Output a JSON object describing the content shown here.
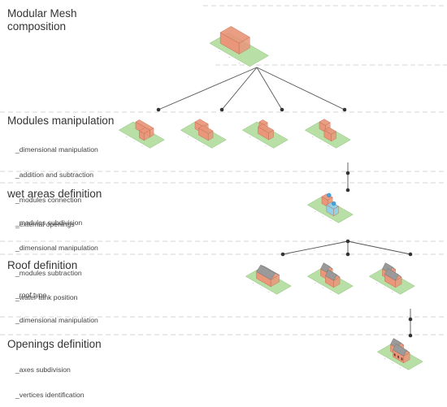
{
  "colors": {
    "ground": "#b8dfa6",
    "ground_edge": "#8fc27b",
    "brick": "#e9967a",
    "brick_dark": "#c46e52",
    "roof": "#9a9a9a",
    "water": "#8fd0ec",
    "divider": "#c8c8c8",
    "line": "#555555"
  },
  "sections": [
    {
      "title": "Modular  Mesh\ncomposition",
      "steps": []
    },
    {
      "title": "Modules manipulation",
      "steps": [
        "_dimensional manipulation",
        "_addition and subtraction",
        "_modules connection",
        "_external openings"
      ]
    },
    {
      "title": "wet areas definition",
      "steps": [
        "_modules subdivision",
        "_dimensional manipulation",
        "_modules subtraction",
        "_water tank position"
      ]
    },
    {
      "title": "Roof definition",
      "steps": [
        "_roof type",
        "_dimensional manipulation"
      ]
    },
    {
      "title": "Openings definition",
      "steps": [
        "_axes subdivision",
        "_vertices identification"
      ]
    }
  ],
  "models": [
    {
      "stage": "mesh",
      "variant": "block"
    },
    {
      "stage": "modules",
      "variant": "u-shape"
    },
    {
      "stage": "modules",
      "variant": "l-shape"
    },
    {
      "stage": "modules",
      "variant": "c-shape"
    },
    {
      "stage": "modules",
      "variant": "split"
    },
    {
      "stage": "wet-areas",
      "variant": "water-tank"
    },
    {
      "stage": "roof",
      "variant": "gable-long"
    },
    {
      "stage": "roof",
      "variant": "gable-split"
    },
    {
      "stage": "roof",
      "variant": "gable-wide"
    },
    {
      "stage": "openings",
      "variant": "gable-windows"
    }
  ]
}
